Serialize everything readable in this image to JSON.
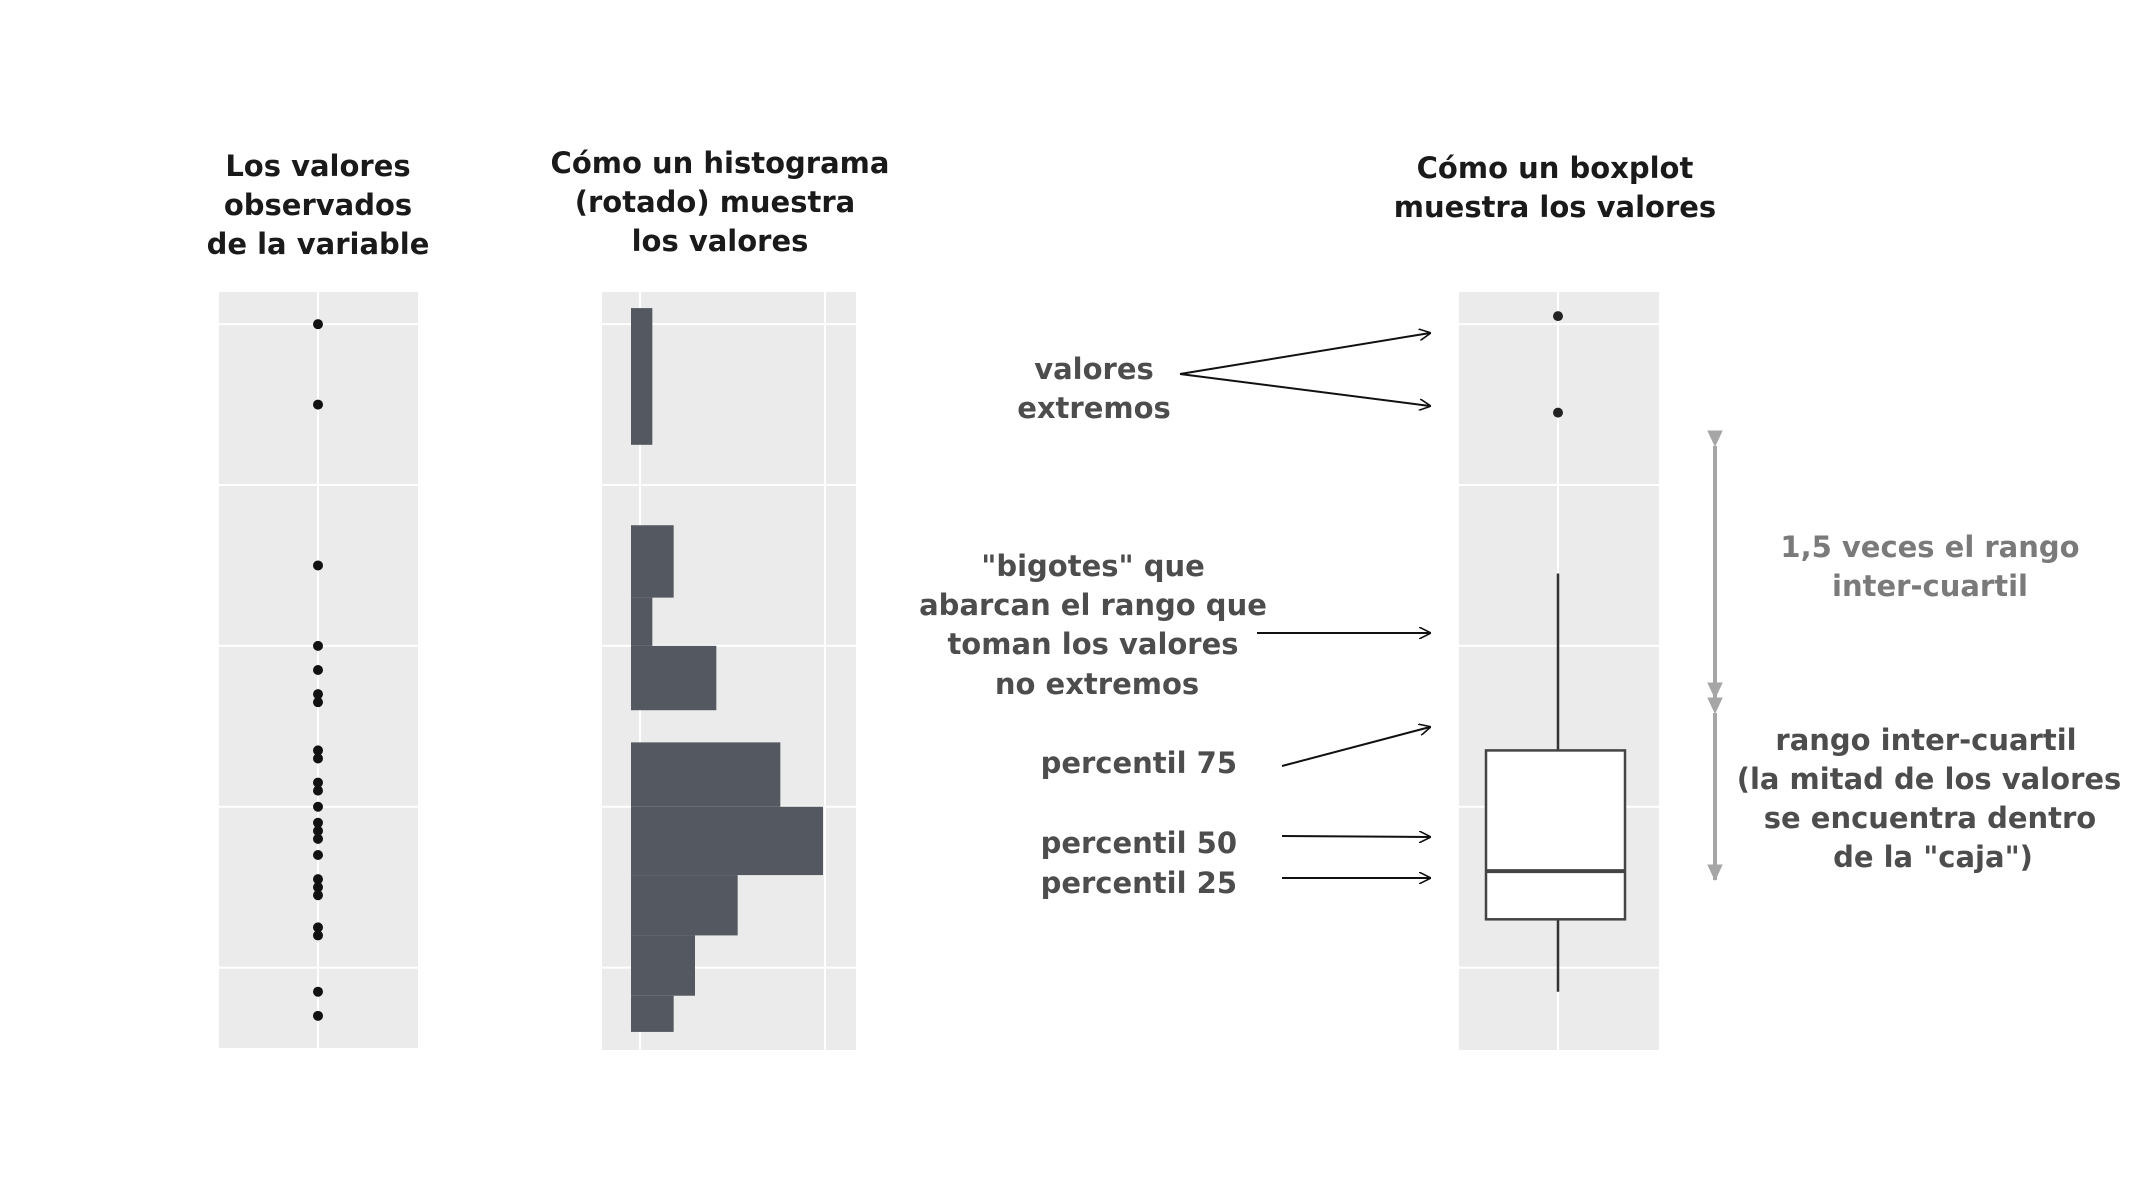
{
  "titles": {
    "observed": [
      "Los valores",
      "observados",
      "de la variable"
    ],
    "histogram": [
      "Cómo un histograma",
      "(rotado) muestra",
      "los valores"
    ],
    "boxplot": [
      "Cómo un boxplot",
      "muestra los valores"
    ]
  },
  "annotations": {
    "extremes": [
      "valores",
      "extremos"
    ],
    "whiskers": [
      "\"bigotes\" que",
      "abarcan el rango que",
      "toman los valores",
      "no extremos"
    ],
    "p75": "percentil 75",
    "p50": "percentil 50",
    "p25": "percentil 25",
    "iqr_range": [
      "1,5 veces el rango",
      "inter-cuartil"
    ],
    "iqr": [
      "rango inter-cuartil",
      "(la mitad de los valores",
      "se encuentra dentro",
      "de la \"caja\")"
    ]
  },
  "colors": {
    "panel_bg": "#ebebeb",
    "grid": "#ffffff",
    "bar": "#545860",
    "point": "#111111",
    "annotation_text": "#4d4d4d",
    "range_arrow": "#a6a6a6"
  },
  "chart_data": {
    "type": "scatter",
    "observed_points": [
      1,
      2,
      4,
      5,
      5.3,
      5.6,
      5.7,
      6.3,
      6.4,
      6.7,
      6.8,
      7,
      7.2,
      7.3,
      7.4,
      7.6,
      7.9,
      8,
      8.1,
      8.5,
      8.6,
      9.3,
      9.6
    ],
    "histogram": {
      "bins": [
        {
          "start": 0.8,
          "end": 2.5,
          "count": 1
        },
        {
          "start": 2.5,
          "end": 3.5,
          "count": 0
        },
        {
          "start": 3.5,
          "end": 4.4,
          "count": 2
        },
        {
          "start": 4.4,
          "end": 5.0,
          "count": 1
        },
        {
          "start": 5.0,
          "end": 5.8,
          "count": 4
        },
        {
          "start": 5.8,
          "end": 6.2,
          "count": 0
        },
        {
          "start": 6.2,
          "end": 7.0,
          "count": 7
        },
        {
          "start": 7.0,
          "end": 7.85,
          "count": 9
        },
        {
          "start": 7.85,
          "end": 8.6,
          "count": 5
        },
        {
          "start": 8.6,
          "end": 9.35,
          "count": 3
        },
        {
          "start": 9.35,
          "end": 9.8,
          "count": 2
        }
      ],
      "count_max": 9
    },
    "boxplot": {
      "outliers": [
        0.9,
        2.1
      ],
      "whisker_high": 4.1,
      "q3": 6.3,
      "median": 7.8,
      "q1": 8.4,
      "whisker_low": 9.3
    },
    "ylim": [
      0.6,
      10.0
    ],
    "gridlines": [
      1,
      3,
      5,
      7,
      9
    ]
  }
}
